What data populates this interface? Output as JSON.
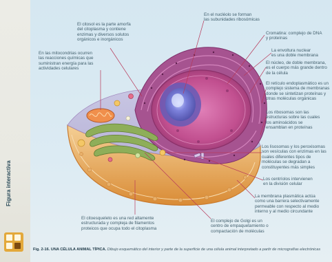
{
  "labels": {
    "citosol": "El citosol es la parte amorfa\ndel citoplasma y contiene\nenzimas y diversos solutos\norgánicos e inorgánicos",
    "nucleolo": "En el nucléolo se forman\nlas subunidades ribosómicas",
    "cromatina": "Cromatina: complejo de DNA\ny proteínas",
    "mitocondrias": "En las mitocondrias ocurren\nlas reacciones químicas que\nsuministran energía para las\nactividades celulares",
    "envoltura": "La envoltura nuclear\nes una doble membrana",
    "nucleo": "El núcleo, de doble membrana,\nes el cuerpo más grande dentro\nde la célula",
    "reticulo": "El retículo endoplasmático es un\ncomplejo sistema de membranas\ndonde se sintetizan proteínas y\notras moléculas orgánicas",
    "ribosomas": "Los ribosomas son las\nestructuras sobre las cuales\nlos aminoácidos se\nensamblan en proteínas",
    "lisosomas": "Los lisosomas y los peroxisomas\nson vesículas con enzimas en las\ncuales diferentes tipos de\nmoléculas se degradan a\nconstituyentes más simples",
    "centriolos": "Los centríolos intervienen\nen la división celular",
    "membrana": "La membrana plasmática actúa\ncomo una barrera selectivamente\npermeable con respecto al medio\ninterno y al medio circundante",
    "citoesqueleto": "El citoesqueleto es una red altamente\nestructurada y compleja de filamentos\nproteicos que ocupa todo el citoplasma",
    "golgi": "El complejo de Golgi es un\ncentro de empaquetamiento o\ncompactación de moléculas"
  },
  "side_label": "Figura interactiva",
  "caption": {
    "figure": "Fig. 2-16. UNA CÉLULA ANIMAL TÍPICA.",
    "text": "Dibujo esquemático del interior y parte de la superficie de una célula animal interpretado a partir de micrografías electrónicas"
  },
  "colors": {
    "background": "#d5e7f1",
    "leader_lines": "#b8395a",
    "cell_shell": "#e09a45",
    "cytoplasm_inner": "#f2c27a",
    "nucleus": "#c45a98",
    "nucleolus": "#6e6ed0",
    "golgi": "#8eae59"
  },
  "icons": {
    "badge": "interactive-figure-icon"
  }
}
